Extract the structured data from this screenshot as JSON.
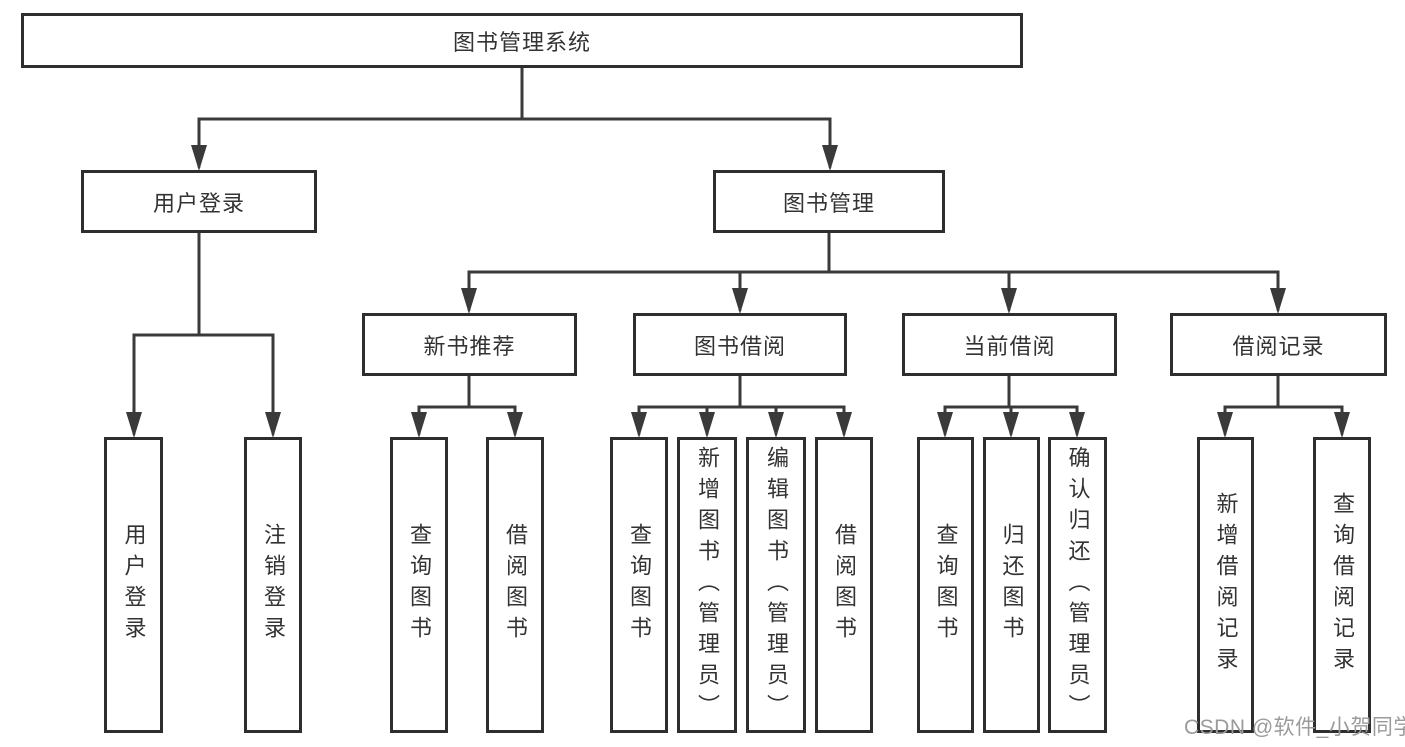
{
  "nodes": {
    "root": "图书管理系统",
    "user_login": "用户登录",
    "book_mgmt": "图书管理",
    "new_book_rec": "新书推荐",
    "book_borrow": "图书借阅",
    "current_borrow": "当前借阅",
    "borrow_record": "借阅记录",
    "leaf_user_login": "用户登录",
    "leaf_logout": "注销登录",
    "leaf_query_book_rec": "查询图书",
    "leaf_borrow_book_rec": "借阅图书",
    "leaf_query_book_borrow": "查询图书",
    "leaf_add_book": "新增图书（管理员）",
    "leaf_edit_book": "编辑图书（管理员）",
    "leaf_borrow_book_borrow": "借阅图书",
    "leaf_query_book_current": "查询图书",
    "leaf_return_book": "归还图书",
    "leaf_confirm_return": "确认归还（管理员）",
    "leaf_add_borrow_record": "新增借阅记录",
    "leaf_query_borrow_record": "查询借阅记录"
  },
  "watermark": {
    "text": "CSDN @软件_小贺同学"
  },
  "colors": {
    "line": "#3a3a3a",
    "box_border": "#2e2e2e",
    "text": "#333333",
    "background": "#ffffff",
    "watermark": "#9b9b9b"
  }
}
